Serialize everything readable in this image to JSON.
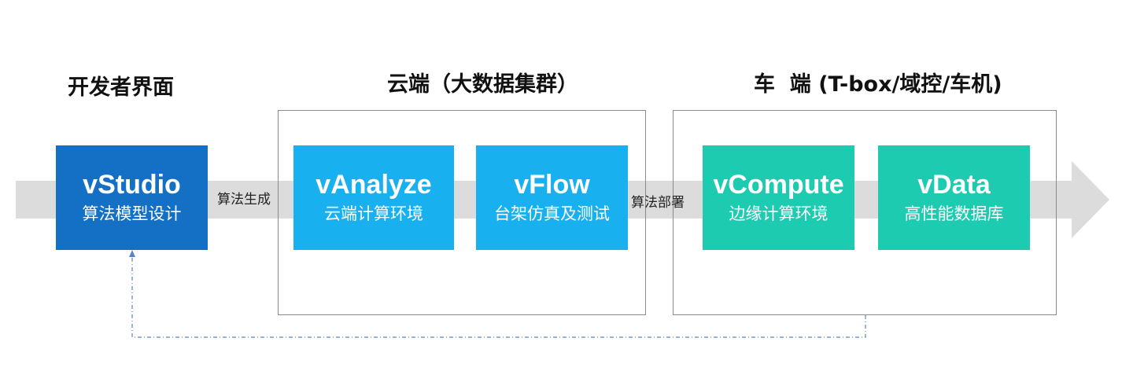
{
  "sections": {
    "developer": "开发者界面",
    "cloud": "云端（大数据集群）",
    "vehicle": "车  端 (T-box/域控/车机)"
  },
  "modules": {
    "vstudio": {
      "name": "vStudio",
      "desc": "算法模型设计"
    },
    "vanalyze": {
      "name": "vAnalyze",
      "desc": "云端计算环境"
    },
    "vflow": {
      "name": "vFlow",
      "desc": "台架仿真及测试"
    },
    "vcompute": {
      "name": "vCompute",
      "desc": "边缘计算环境"
    },
    "vdata": {
      "name": "vData",
      "desc": "高性能数据库"
    }
  },
  "connectors": {
    "generate": "算法生成",
    "deploy": "算法部署"
  },
  "colors": {
    "developer_box": "#1470c4",
    "cloud_box": "#18b0ef",
    "vehicle_box": "#1ccbb0",
    "band": "#dcdcdc",
    "feedback_line": "#5b82c9"
  }
}
